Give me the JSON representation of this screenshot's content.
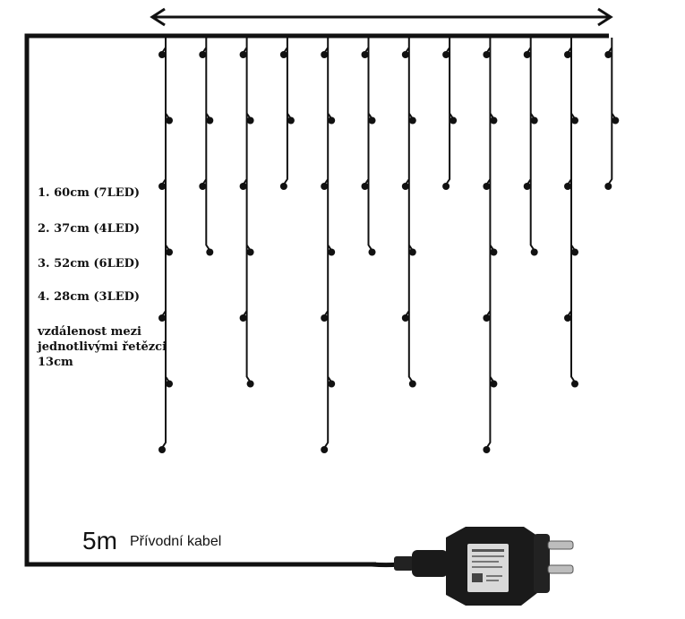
{
  "legend": [
    {
      "text": "1. 60cm (7LED)"
    },
    {
      "text": "2. 37cm (4LED)"
    },
    {
      "text": "3. 52cm (6LED)"
    },
    {
      "text": "4. 28cm (3LED)"
    }
  ],
  "note": {
    "line1": "vzdálenost mezi",
    "line2": "jednotlivými řetězci",
    "line3": "13cm"
  },
  "cable": {
    "length": "5m",
    "label": "Přívodní kabel"
  },
  "strands": {
    "pattern_led_counts": [
      7,
      4,
      6,
      3
    ],
    "count": 12
  },
  "colors": {
    "wire": "#111111",
    "led": "#111111",
    "adapter_body": "#1a1a1a",
    "adapter_sticker": "#d9d9d9"
  }
}
